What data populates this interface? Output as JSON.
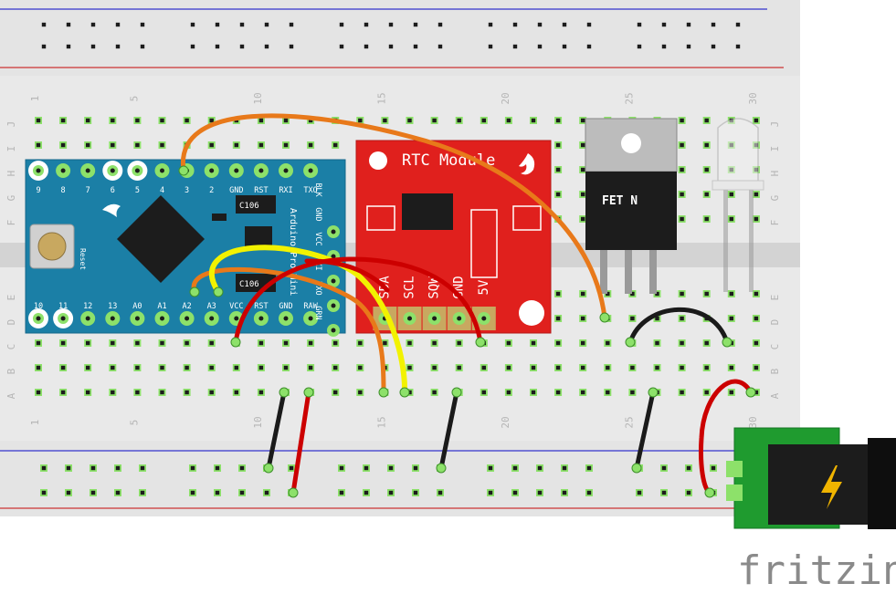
{
  "breadboard": {
    "column_numbers": [
      "1",
      "5",
      "10",
      "15",
      "20",
      "25",
      "30"
    ],
    "row_letters_top": [
      "J",
      "I",
      "H",
      "G",
      "F"
    ],
    "row_letters_bottom": [
      "E",
      "D",
      "C",
      "B",
      "A"
    ]
  },
  "arduino": {
    "title": "Arduino Pro Mini",
    "top_pins": [
      "9",
      "8",
      "7",
      "6",
      "5",
      "4",
      "3",
      "2",
      "GND",
      "RST",
      "RXI",
      "TXO"
    ],
    "bottom_pins": [
      "10",
      "11",
      "12",
      "13",
      "A0",
      "A1",
      "A2",
      "A3",
      "VCC",
      "RST",
      "GND",
      "RAW"
    ],
    "side_pins": [
      "BLK",
      "GND",
      "VCC",
      "RXI",
      "TXO",
      "GRN"
    ],
    "reset_label": "Reset",
    "chip_marks": [
      "C106",
      "C106"
    ]
  },
  "rtc": {
    "title": "RTC Module",
    "pins": [
      "SDA",
      "SCL",
      "SQW",
      "GND",
      "5V"
    ]
  },
  "fet": {
    "label": "FET N"
  },
  "brand": "fritzing",
  "colors": {
    "wire_orange": "#e8791a",
    "wire_yellow": "#f2f200",
    "wire_red": "#cc0000",
    "wire_black": "#1a1a1a",
    "arduino_blue": "#1b7fa6",
    "rtc_red": "#e0201d",
    "hole_green": "#8de16a",
    "power_jack_green": "#1f9b2f"
  },
  "icons": {
    "jack": "lightning-icon",
    "arduino_logo": "bird-logo-icon",
    "rtc_logo": "flame-logo-icon"
  }
}
